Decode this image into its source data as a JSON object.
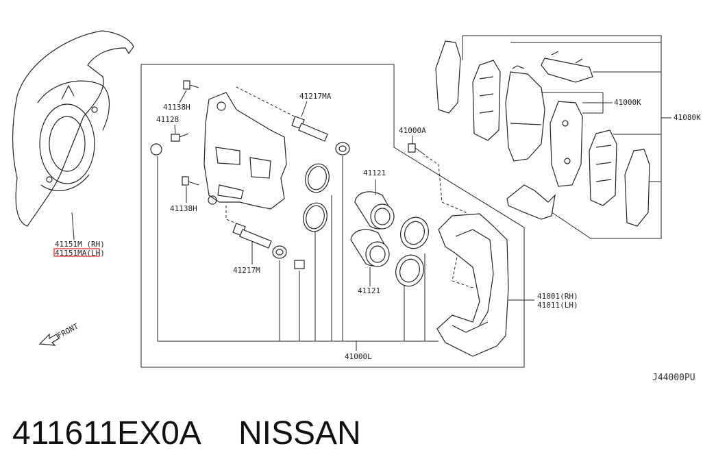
{
  "labels": {
    "p41151m": "41151M (RH)",
    "p41151ma": "41151MA(LH)",
    "p41138h_top": "41138H",
    "p41128": "41128",
    "p41138h_bot": "41138H",
    "p41217ma": "41217MA",
    "p41217m": "41217M",
    "p41000a": "41000A",
    "p41121_top": "41121",
    "p41121_bot": "41121",
    "p41000k": "41000K",
    "p41080k": "41080K",
    "p41001": "41001(RH)",
    "p41011": "41011(LH)",
    "p41000l": "41000L",
    "front": "FRONT"
  },
  "diagram_code": "J44000PU",
  "footer": {
    "part_number": "411611EX0A",
    "brand": "NISSAN"
  },
  "highlight_color": "#e02020"
}
